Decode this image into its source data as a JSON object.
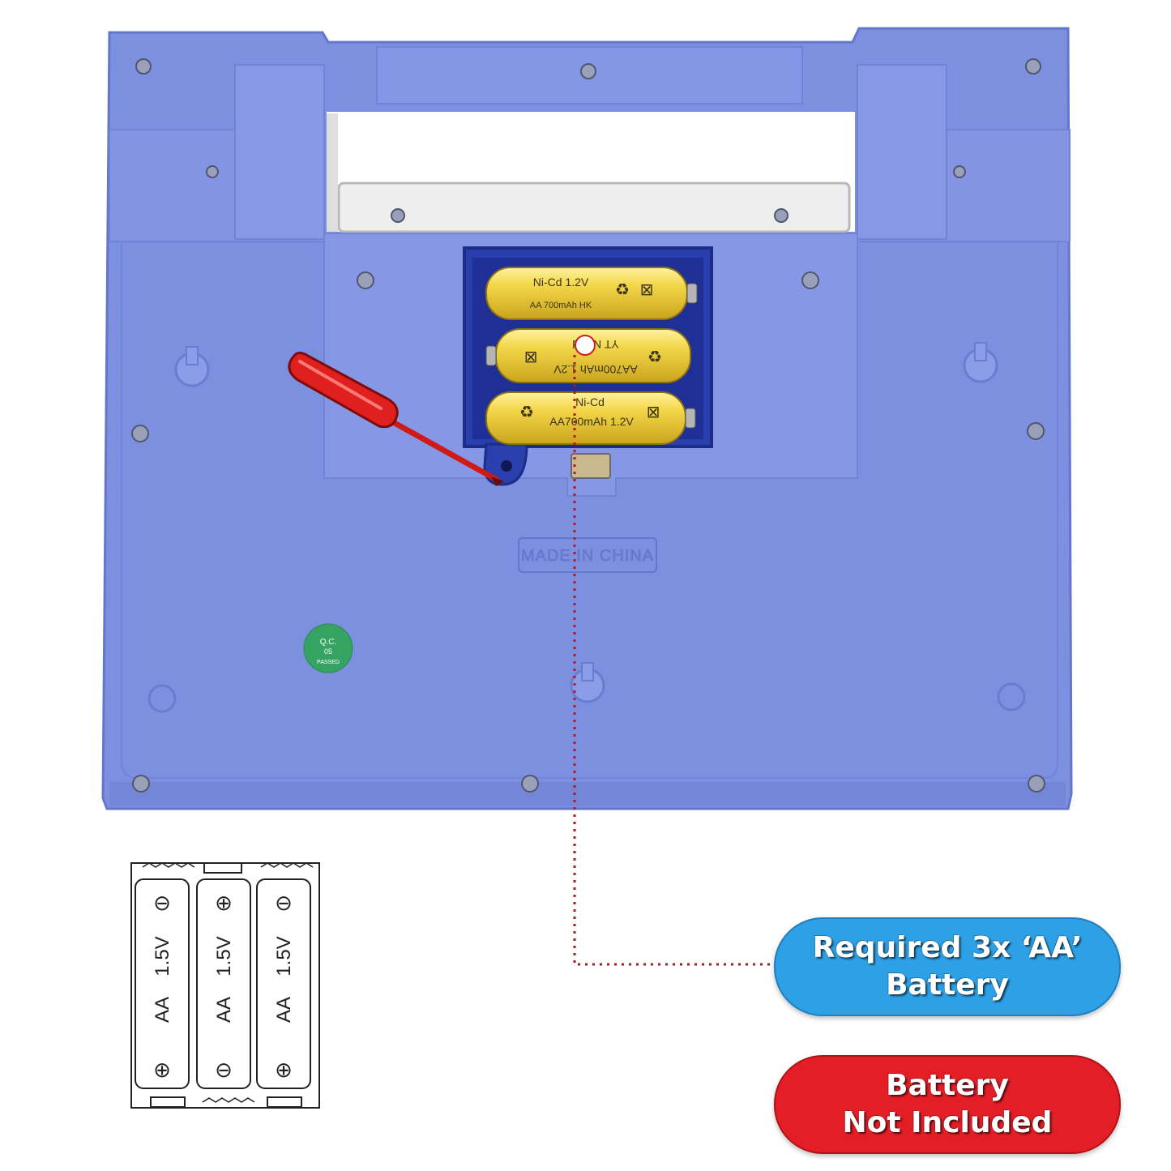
{
  "device_back": {
    "stamp_text": "MADE IN CHINA",
    "qc_sticker": {
      "line1": "Q.C.",
      "line2": "05",
      "line3": "PASSED"
    }
  },
  "batteries": [
    {
      "line1": "Ni-Cd  1.2V",
      "line2": "AA 700mAh HK"
    },
    {
      "line1": "AA700mAh 1.2V",
      "line2": "YT Ni-Cd"
    },
    {
      "line1": "Ni-Cd",
      "line2": "AA700mAh 1.2V"
    }
  ],
  "holder_diagram": {
    "cells": [
      {
        "voltage": "1.5V",
        "size": "AA"
      },
      {
        "voltage": "1.5V",
        "size": "AA"
      },
      {
        "voltage": "1.5V",
        "size": "AA"
      }
    ]
  },
  "callouts": {
    "required": {
      "line1": "Required 3x ‘AA’",
      "line2": "Battery"
    },
    "not_included": {
      "line1": "Battery",
      "line2": "Not Included"
    }
  },
  "colors": {
    "device_blue": "#7d8fdf",
    "compartment_blue": "#2a3fae",
    "battery_yellow": "#f0cf3c",
    "screwdriver_red": "#e0201f",
    "callout_blue": "#2ea0e6",
    "callout_red": "#e41e26"
  }
}
